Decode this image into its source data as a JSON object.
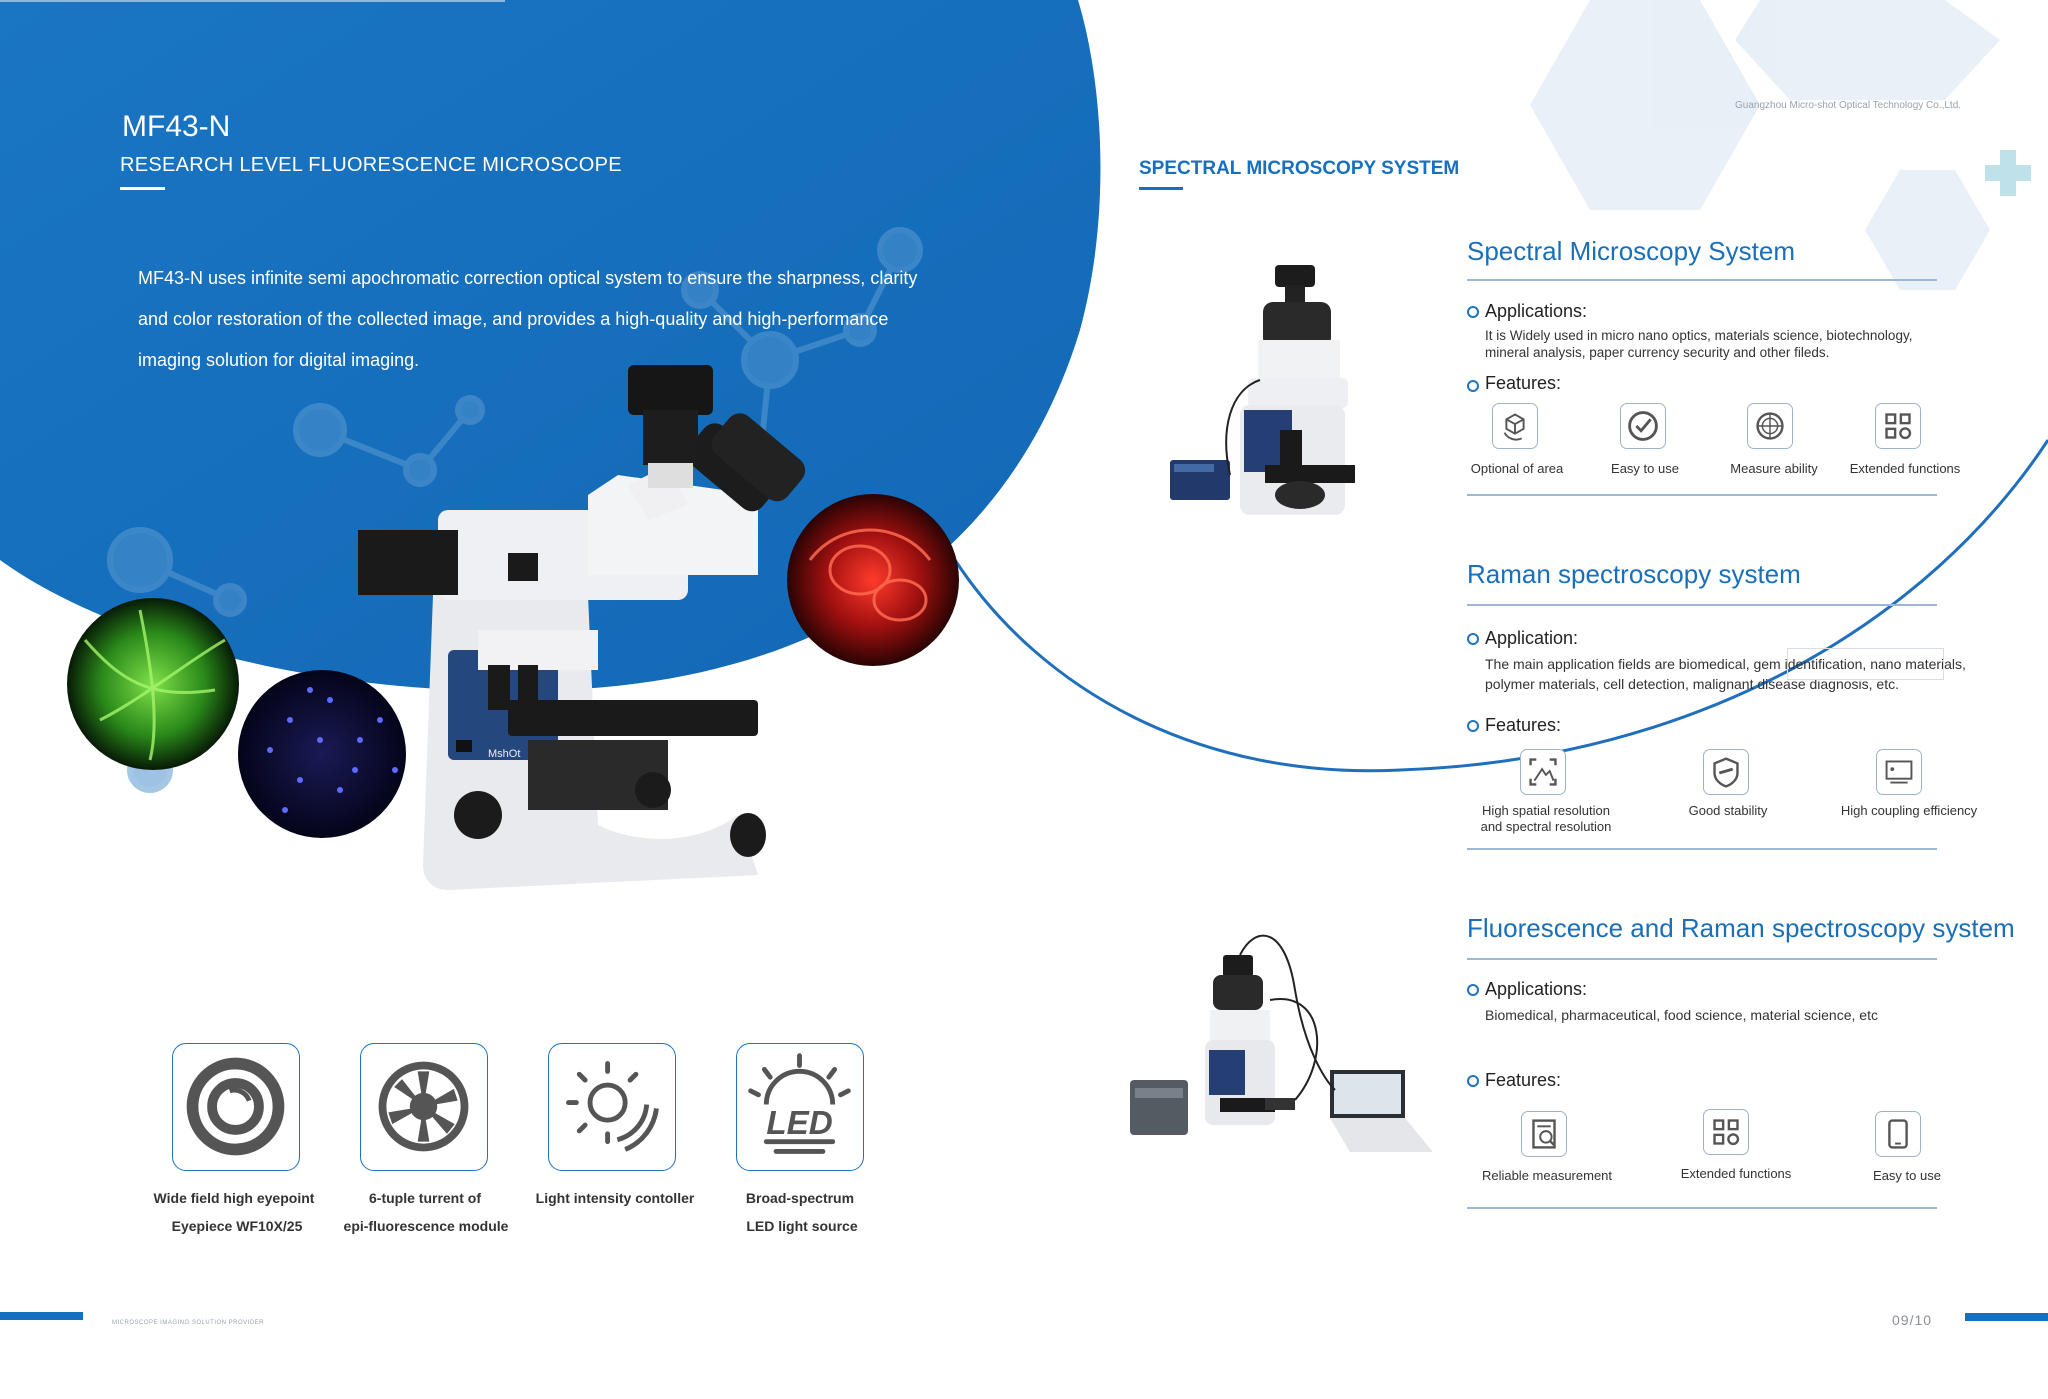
{
  "header": {
    "model": "MF43-N",
    "subtitle": "RESEARCH LEVEL FLUORESCENCE MICROSCOPE",
    "company": "Guangzhou Micro-shot Optical Technology Co.,Ltd.",
    "section_title": "SPECTRAL MICROSCOPY SYSTEM"
  },
  "intro": {
    "line1": "MF43-N uses infinite semi apochromatic correction optical system to ensure the sharpness, clarity",
    "line2": "and color restoration of the collected image, and provides a high-quality and high-performance",
    "line3": "imaging solution for digital imaging."
  },
  "microscope": {
    "brand": "MshOt"
  },
  "features_main": [
    {
      "label1": "Wide field high eyepoint",
      "label2": "Eyepiece WF10X/25",
      "icon": "eyepiece-icon"
    },
    {
      "label1": "6-tuple turrent of",
      "label2": "epi-fluorescence module",
      "icon": "turret-icon"
    },
    {
      "label1": "Light intensity contoller",
      "label2": "",
      "icon": "light-intensity-icon"
    },
    {
      "label1": "Broad-spectrum",
      "label2": "LED light source",
      "icon": "led-icon"
    }
  ],
  "led_icon_text": "LED",
  "systems": [
    {
      "title": "Spectral Microscopy System",
      "app_heading": "Applications:",
      "app_line1": "It is Widely used in micro nano optics, materials science, biotechnology,",
      "app_line2": "mineral analysis, paper currency security and other fileds.",
      "feat_heading": "Features:",
      "features": [
        "Optional of area",
        "Easy to use",
        "Measure ability",
        "Extended functions"
      ]
    },
    {
      "title": "Raman spectroscopy system",
      "app_heading": "Application:",
      "app_line1": "The main application fields are biomedical, gem identification, nano materials,",
      "app_line2": "polymer materials, cell detection, malignant disease diagnosis, etc.",
      "feat_heading": "Features:",
      "features": [
        "High spatial resolution",
        "and spectral resolution",
        "Good stability",
        "High coupling efficiency"
      ]
    },
    {
      "title": "Fluorescence and Raman spectroscopy system",
      "app_heading": "Applications:",
      "app_line1": "Biomedical, pharmaceutical, food science, material science, etc",
      "feat_heading": "Features:",
      "features": [
        "Reliable measurement",
        "Extended functions",
        "Easy to use"
      ]
    }
  ],
  "footer": {
    "tagline": "MICROSCOPE IMAGING SOLUTION PROVIDER",
    "page": "09/10"
  },
  "colors": {
    "brand_blue": "#1670bf",
    "dark_blue": "#0f5fa8",
    "text": "#333333"
  }
}
